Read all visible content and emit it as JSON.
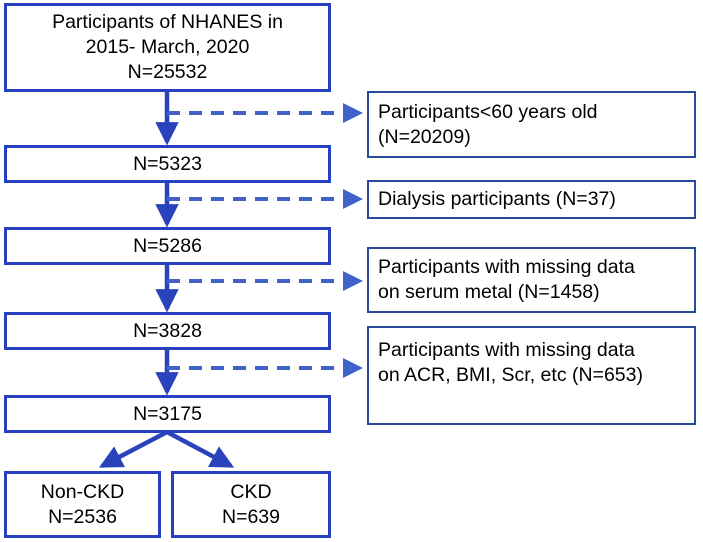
{
  "diagram": {
    "title": "NHANES participant selection flowchart",
    "colors": {
      "box_border": "#2640c0",
      "side_box_border": "#2a4a9c",
      "arrow_solid": "#2a43bd",
      "arrow_dashed": "#3f63c8",
      "text": "#000000",
      "background": "#ffffff"
    },
    "main_nodes": [
      {
        "id": "source",
        "lines": [
          "Participants of NHANES in",
          "2015- March, 2020",
          "N=25532"
        ]
      },
      {
        "id": "after-age",
        "lines": [
          "N=5323"
        ]
      },
      {
        "id": "after-dialysis",
        "lines": [
          "N=5286"
        ]
      },
      {
        "id": "after-serum-metal",
        "lines": [
          "N=3828"
        ]
      },
      {
        "id": "final",
        "lines": [
          "N=3175"
        ]
      }
    ],
    "exclusion_nodes": [
      {
        "id": "excl-age",
        "lines": [
          "Participants<60 years old",
          "(N=20209)"
        ]
      },
      {
        "id": "excl-dialysis",
        "lines": [
          "Dialysis participants (N=37)"
        ]
      },
      {
        "id": "excl-serum-metal",
        "lines": [
          "Participants with missing data",
          "on serum metal (N=1458)"
        ]
      },
      {
        "id": "excl-covariates",
        "lines": [
          "Participants with missing data",
          "on ACR, BMI, Scr, etc (N=653)"
        ]
      }
    ],
    "outcome_nodes": [
      {
        "id": "non-ckd",
        "lines": [
          "Non-CKD",
          "N=2536"
        ]
      },
      {
        "id": "ckd",
        "lines": [
          "CKD",
          "N=639"
        ]
      }
    ]
  }
}
